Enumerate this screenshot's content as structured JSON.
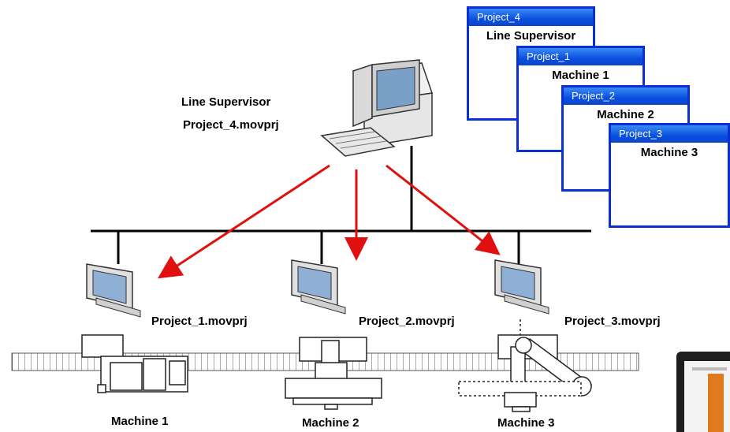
{
  "supervisor": {
    "title": "Line Supervisor",
    "project_file": "Project_4.movprj"
  },
  "stations": [
    {
      "project_file": "Project_1.movprj",
      "machine": "Machine 1"
    },
    {
      "project_file": "Project_2.movprj",
      "machine": "Machine 2"
    },
    {
      "project_file": "Project_3.movprj",
      "machine": "Machine 3"
    }
  ],
  "windows": [
    {
      "title": "Project_4",
      "label": "Line Supervisor"
    },
    {
      "title": "Project_1",
      "label": "Machine 1"
    },
    {
      "title": "Project_2",
      "label": "Machine 2"
    },
    {
      "title": "Project_3",
      "label": "Machine 3"
    }
  ],
  "colors": {
    "window_border": "#0a2fd4",
    "arrow": "#e01010",
    "line": "#000000"
  }
}
